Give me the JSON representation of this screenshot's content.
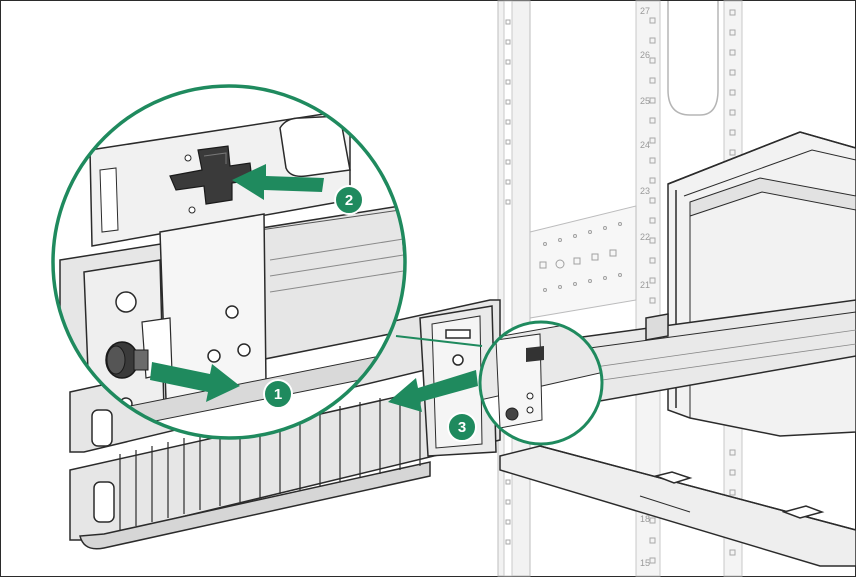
{
  "figure": {
    "rack_unit_labels": [
      "27",
      "26",
      "25",
      "24",
      "23",
      "22",
      "21",
      "18",
      "15"
    ],
    "steps": [
      {
        "number": "1",
        "action": "pull-plunger",
        "icon": "arrow-right-icon"
      },
      {
        "number": "2",
        "action": "press-release-latch",
        "icon": "arrow-left-icon"
      },
      {
        "number": "3",
        "action": "detach-arm-from-rail",
        "icon": "arrow-left-icon"
      }
    ],
    "colors": {
      "accent_green": "#1f8a5e",
      "line": "#2b2b2b",
      "metal": "#e6e6e6",
      "frame": "#c8c8c8"
    }
  }
}
